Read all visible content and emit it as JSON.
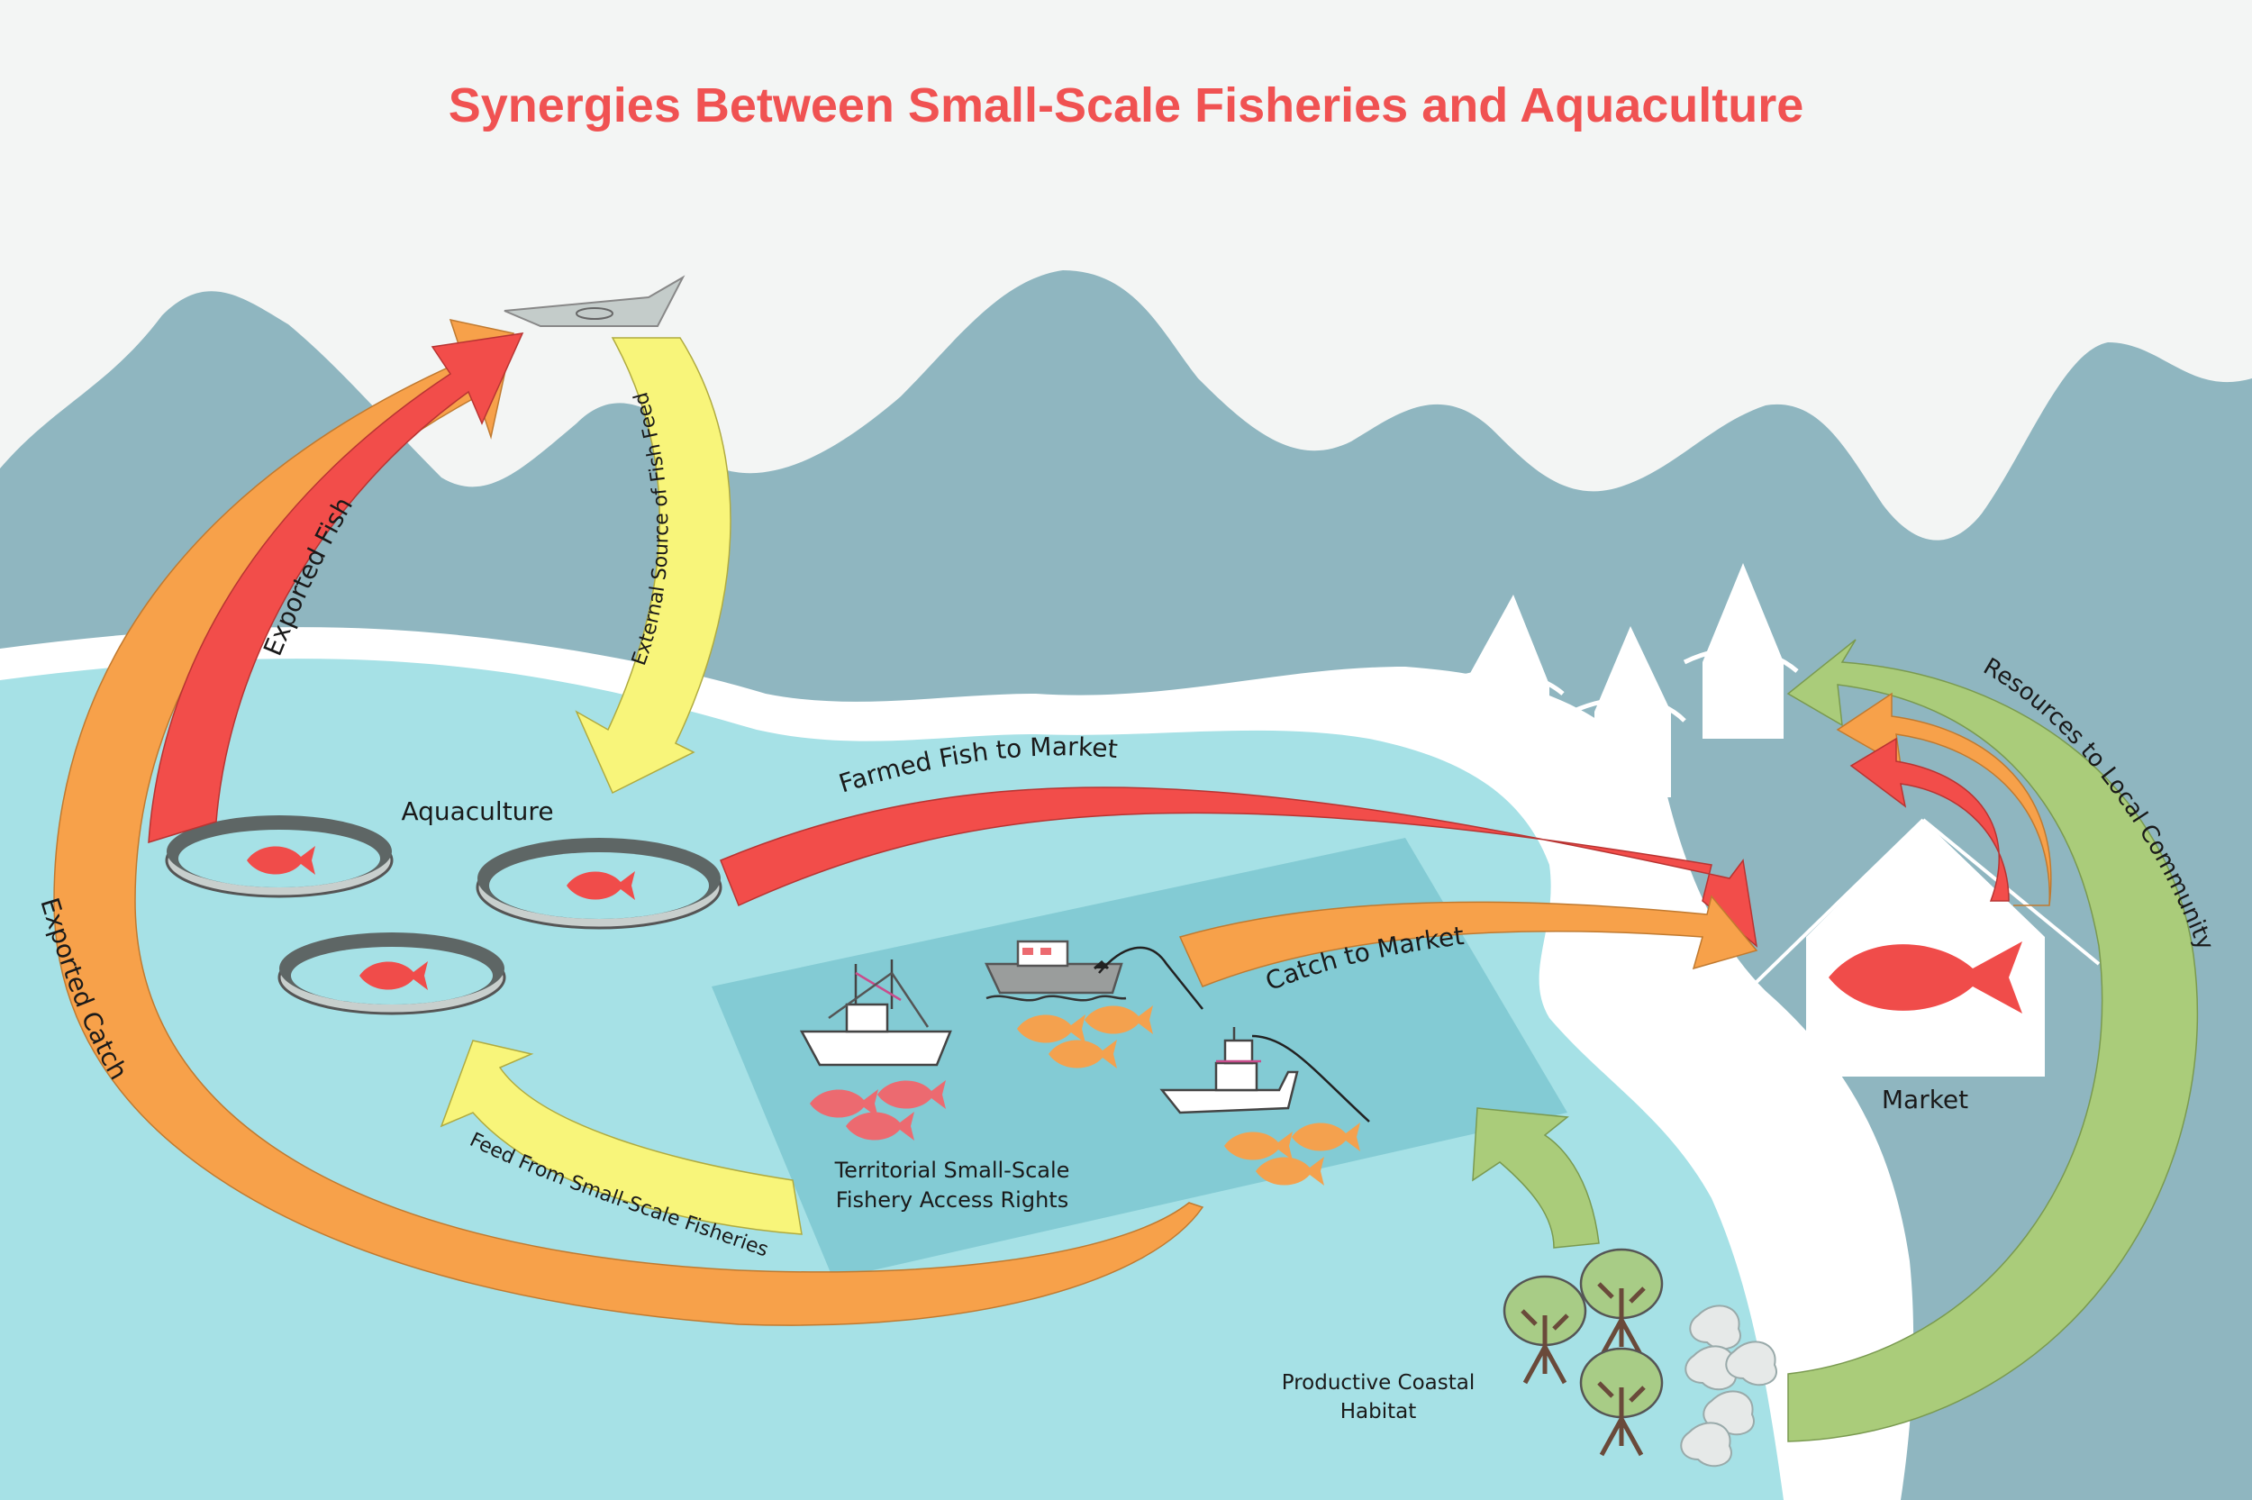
{
  "title": "Synergies Between Small-Scale Fisheries and Aquaculture",
  "labels": {
    "aquaculture": "Aquaculture",
    "market": "Market",
    "territorial_line1": "Territorial Small-Scale",
    "territorial_line2": "Fishery Access Rights",
    "habitat_line1": "Productive Coastal",
    "habitat_line2": "Habitat"
  },
  "flows": {
    "exported_fish": "Exported Fish",
    "external_feed": "External Source of Fish Feed",
    "farmed_to_market": "Farmed Fish to Market",
    "catch_to_market": "Catch to Market",
    "exported_catch": "Exported Catch",
    "feed_from_ssf": "Feed From Small-Scale Fisheries",
    "resources_local": "Resources to Local Community"
  },
  "colors": {
    "title": "#f05252",
    "sky": "#f3f5f4",
    "mountain": "#8fb6c0",
    "water": "#a6e1e6",
    "zone": "#7fc9d2",
    "red_arrow": "#f24d4a",
    "orange_arrow": "#f7a14a",
    "yellow_arrow": "#f8f57a",
    "green_arrow": "#aacc7a",
    "fish_red": "#f04c4a",
    "fish_orange": "#f4a14e",
    "fish_pink": "#ec6a70"
  }
}
